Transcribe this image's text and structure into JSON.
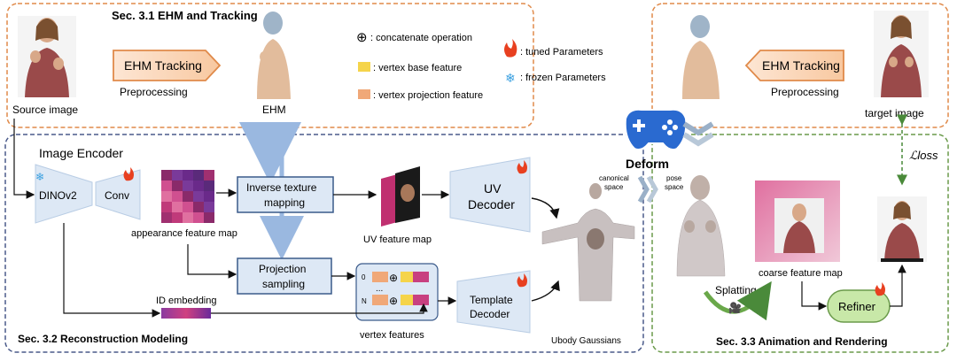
{
  "sections": {
    "ehm_tracking": "Sec. 3.1 EHM and Tracking",
    "reconstruction": "Sec. 3.2 Reconstruction Modeling",
    "animation": "Sec. 3.3 Animation and Rendering"
  },
  "legend": {
    "concat": ": concatenate operation",
    "vertex_base": ": vertex base feature",
    "vertex_proj": ": vertex projection feature",
    "tuned": ": tuned Parameters",
    "frozen": ": frozen Parameters"
  },
  "labels": {
    "source_image": "Source image",
    "ehm_tracking_left": "EHM Tracking",
    "preprocessing_left": "Preprocessing",
    "ehm": "EHM",
    "ehm_tracking_right": "EHM Tracking",
    "preprocessing_right": "Preprocessing",
    "target_image": "target image",
    "image_encoder": "Image Encoder",
    "dinov2": "DINOv2",
    "conv": "Conv",
    "appearance_feature_map": "appearance feature map",
    "inverse_texture_1": "Inverse texture",
    "inverse_texture_2": "mapping",
    "projection_1": "Projection",
    "projection_2": "sampling",
    "uv_feature_map": "UV feature map",
    "uv_decoder_1": "UV",
    "uv_decoder_2": "Decoder",
    "template_decoder_1": "Template",
    "template_decoder_2": "Decoder",
    "id_embedding": "ID embedding",
    "vertex_features": "vertex features",
    "row_0": "0",
    "row_n": "N",
    "dots": "...",
    "canonical_1": "canonical",
    "canonical_2": "space",
    "pose_1": "pose",
    "pose_2": "space",
    "deform": "Deform",
    "ubody_gaussians": "Ubody Gaussians",
    "coarse_feature_map": "coarse feature map",
    "splatting": "Splatting",
    "refiner": "Refiner",
    "loss": "ℒloss",
    "concat_symbol": "⊕"
  },
  "colors": {
    "orange_border": "#e08a4a",
    "blue_border": "#4a5a8a",
    "green_border": "#6a9a4a",
    "box_fill": "#dde8f5",
    "box_stroke": "#3a5a8a",
    "arrow_blue": "#9ab8e0",
    "vertex_base": "#f5d44a",
    "vertex_proj": "#f0a878",
    "tuned": "#e84020",
    "frozen": "#3aa0e0",
    "refiner_fill": "#c8e8a8",
    "tracking_fill": "#fde6d4"
  }
}
